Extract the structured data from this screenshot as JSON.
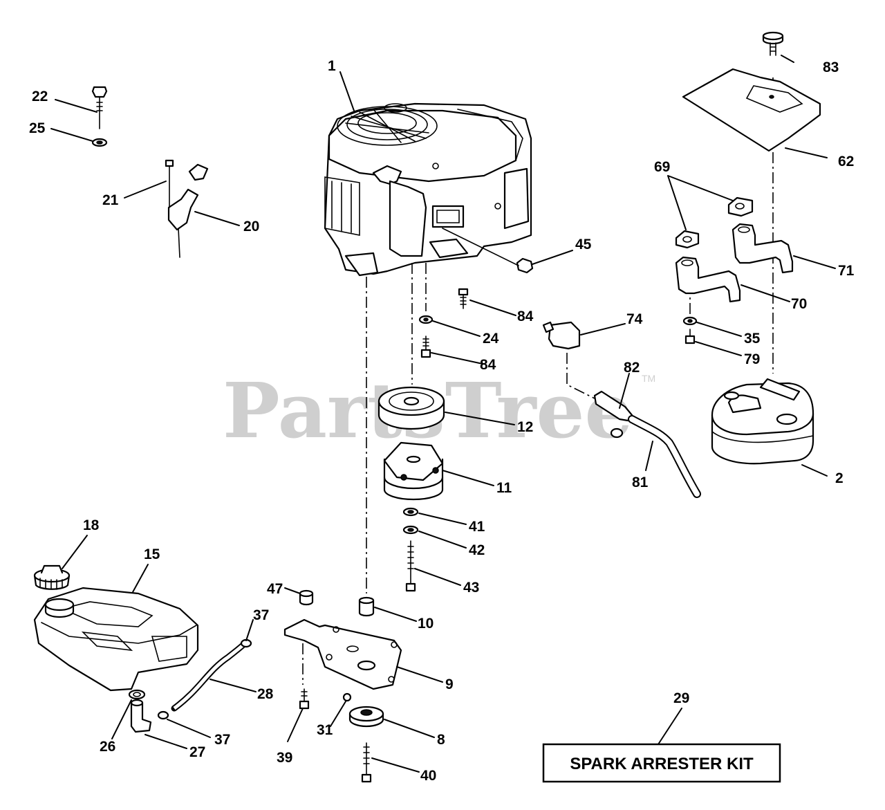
{
  "watermark": {
    "brand": "PartsTree",
    "trademark": "TM"
  },
  "callouts": {
    "p1": "1",
    "p2": "2",
    "p8": "8",
    "p9": "9",
    "p10": "10",
    "p11": "11",
    "p12": "12",
    "p15": "15",
    "p18": "18",
    "p20": "20",
    "p21": "21",
    "p22": "22",
    "p24": "24",
    "p25": "25",
    "p26": "26",
    "p27": "27",
    "p28": "28",
    "p29": "29",
    "p31": "31",
    "p35": "35",
    "p37a": "37",
    "p37b": "37",
    "p39": "39",
    "p40": "40",
    "p41": "41",
    "p42": "42",
    "p43": "43",
    "p45": "45",
    "p47": "47",
    "p62": "62",
    "p69": "69",
    "p70": "70",
    "p71": "71",
    "p74": "74",
    "p79": "79",
    "p81": "81",
    "p82": "82",
    "p83": "83",
    "p84a": "84",
    "p84b": "84"
  },
  "kit_label": "SPARK ARRESTER KIT"
}
